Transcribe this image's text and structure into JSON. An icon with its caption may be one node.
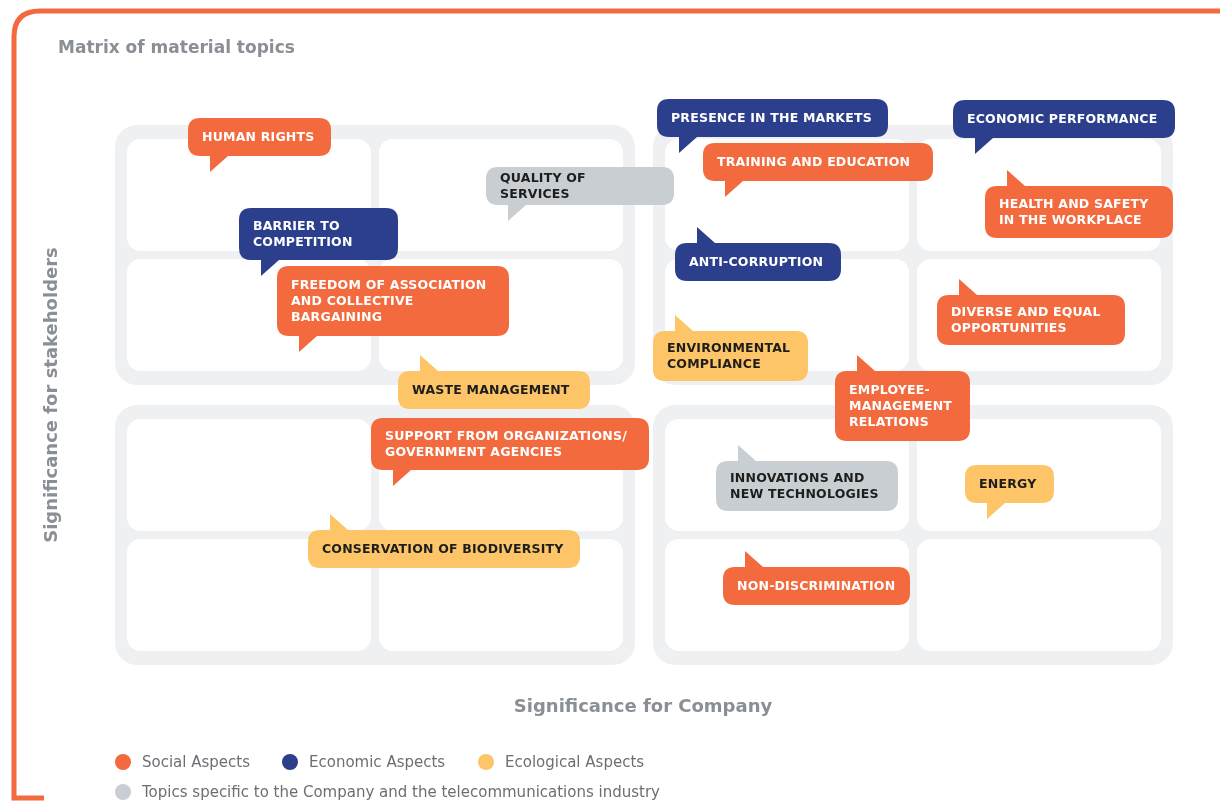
{
  "diagram": {
    "title": "Matrix of material topics",
    "nodes": [
      {
        "text": [
          "HUMAN RIGHTS"
        ]
      },
      {
        "text": [
          "PRESENCE IN THE MARKETS"
        ]
      },
      {
        "text": [
          "ECONOMIC PERFORMANCE"
        ]
      },
      {
        "text": [
          "TRAINING AND EDUCATION"
        ]
      },
      {
        "text": [
          "QUALITY OF SERVICES"
        ]
      },
      {
        "text": [
          "HEALTH AND SAFETY IN THE WORKPLACE"
        ]
      },
      {
        "text": [
          "BARRIER TO COMPETITION"
        ]
      },
      {
        "text": [
          "ANTI-CORRUPTION"
        ]
      },
      {
        "text": [
          "FREEDOM OF ASSOCIATION AND COLLECTIVE BARGAINING"
        ]
      },
      {
        "text": [
          "DIVERSE AND EQUAL OPPORTUNITIES"
        ]
      },
      {
        "text": [
          "ENVIRONMENTAL COMPLIANCE"
        ]
      },
      {
        "text": [
          "WASTE MANAGEMENT"
        ]
      },
      {
        "text": [
          "EMPLOYEE-MANAGEMENT RELATIONS"
        ]
      },
      {
        "text": [
          "SUPPORT FROM ORGANIZATIONS/ GOVERNMENT AGENCIES"
        ]
      },
      {
        "text": [
          "INNOVATIONS AND NEW TECHNOLOGIES"
        ]
      },
      {
        "text": [
          "ENERGY"
        ]
      },
      {
        "text": [
          "CONSERVATION OF BIODIVERSITY"
        ]
      },
      {
        "text": [
          "NON-DISCRIMINATION"
        ]
      }
    ],
    "labels": [
      "Significance for stakeholders",
      "Significance for Company"
    ],
    "legend": [
      {
        "text": "Social Aspects",
        "color": "#f26a3d"
      },
      {
        "text": "Economic Aspects",
        "color": "#2b3f8c"
      },
      {
        "text": "Ecological Aspects",
        "color": "#fdc567"
      },
      {
        "text": "Topics specific to the Company and the telecommunications industry",
        "color": "#c9ced3"
      }
    ]
  }
}
